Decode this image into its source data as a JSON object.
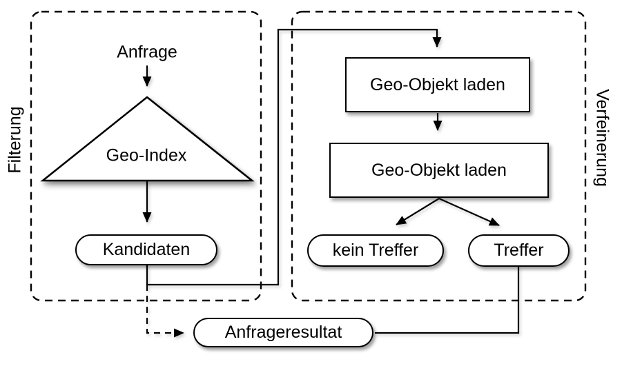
{
  "diagram": {
    "title_hint": "Geo query filtering and refinement flowchart",
    "sections": {
      "left_label": "Filterung",
      "right_label": "Verfeinerung"
    },
    "nodes": {
      "anfrage": "Anfrage",
      "geo_index": "Geo-Index",
      "kandidaten": "Kandidaten",
      "load_geo_object_1": "Geo-Objekt laden",
      "load_geo_object_2": "Geo-Objekt laden",
      "kein_treffer": "kein Treffer",
      "treffer": "Treffer",
      "anfrageresultat": "Anfrageresultat"
    },
    "colors": {
      "stroke": "#000000",
      "fill": "#ffffff"
    }
  }
}
